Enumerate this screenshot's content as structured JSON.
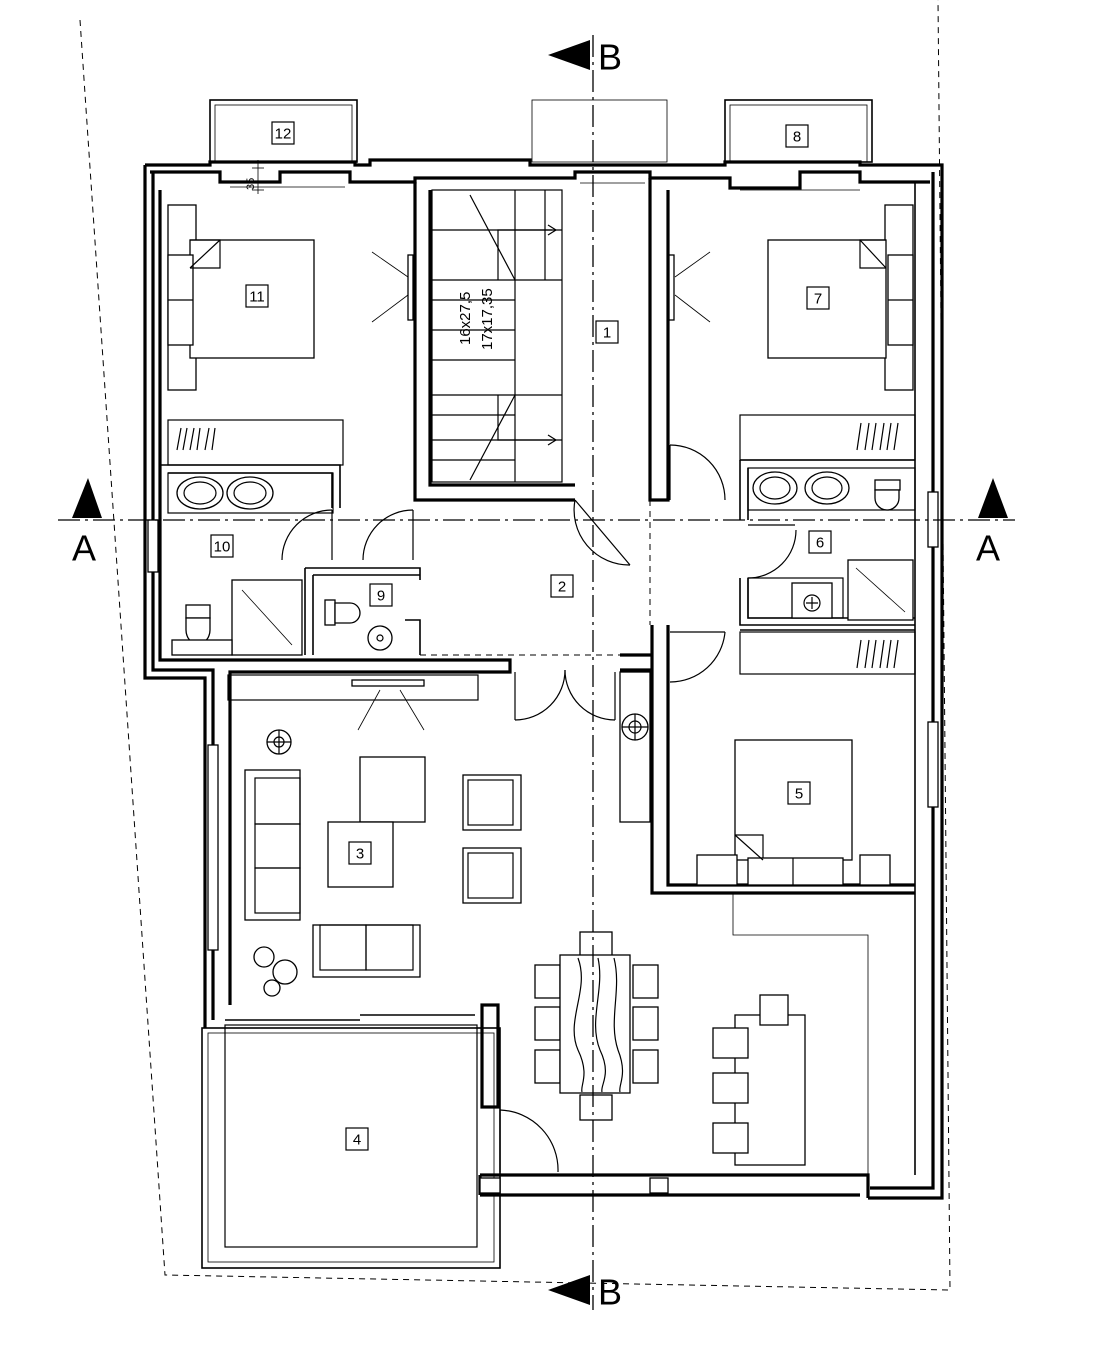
{
  "plan": {
    "rooms": [
      "1",
      "2",
      "3",
      "4",
      "5",
      "6",
      "7",
      "8",
      "9",
      "10",
      "11",
      "12"
    ],
    "section_a": "A",
    "section_b": "B",
    "stair_tread": "16x27,5",
    "stair_riser": "17x17,35",
    "window_dim": "35"
  }
}
